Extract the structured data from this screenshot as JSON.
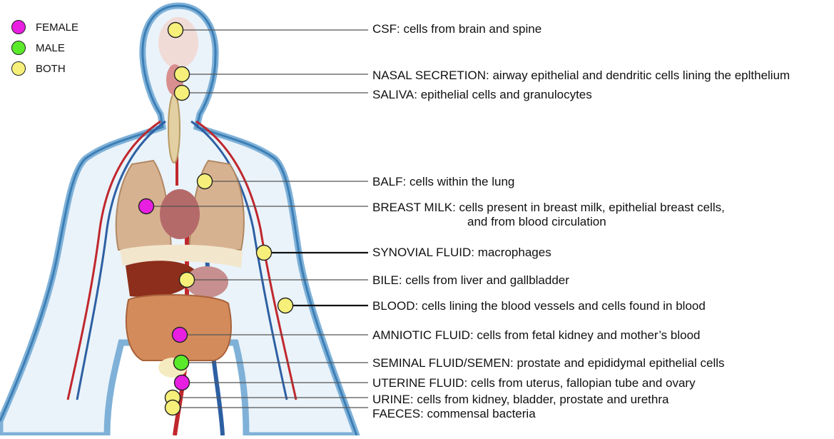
{
  "legend": [
    {
      "label": "FEMALE",
      "color": "#e81ee0"
    },
    {
      "label": "MALE",
      "color": "#5bea2a"
    },
    {
      "label": "BOTH",
      "color": "#f6f07a"
    }
  ],
  "annotations": [
    {
      "id": "csf",
      "text": "CSF: cells from brain and spine",
      "category": "both"
    },
    {
      "id": "nasal-secretion",
      "text": "NASAL SECRETION: airway epithelial and dendritic cells lining the eplthelium",
      "category": "both"
    },
    {
      "id": "saliva",
      "text": "SALIVA: epithelial cells and granulocytes",
      "category": "both"
    },
    {
      "id": "balf",
      "text": "BALF: cells within the lung",
      "category": "both"
    },
    {
      "id": "breast-milk",
      "text": "BREAST MILK: cells present in breast milk, epithelial breast cells,",
      "text_cont": "and from blood circulation",
      "category": "female"
    },
    {
      "id": "synovial-fluid",
      "text": "SYNOVIAL FLUID: macrophages",
      "category": "both"
    },
    {
      "id": "bile",
      "text": "BILE: cells from liver and gallbladder",
      "category": "both"
    },
    {
      "id": "blood",
      "text": "BLOOD: cells lining the blood vessels and cells found in blood",
      "category": "both"
    },
    {
      "id": "amniotic-fluid",
      "text": "AMNIOTIC FLUID: cells from fetal kidney and mother’s blood",
      "category": "female"
    },
    {
      "id": "seminal-fluid",
      "text": "SEMINAL FLUID/SEMEN: prostate and epididymal epithelial cells",
      "category": "male"
    },
    {
      "id": "uterine-fluid",
      "text": "UTERINE FLUID: cells  from uterus, fallopian tube and ovary",
      "category": "female"
    },
    {
      "id": "urine",
      "text": "URINE: cells from kidney, bladder, prostate and urethra",
      "category": "both"
    },
    {
      "id": "faeces",
      "text": "FAECES: commensal bacteria",
      "category": "both"
    }
  ],
  "colors": {
    "female": "#e81ee0",
    "male": "#5bea2a",
    "both": "#f6f07a"
  }
}
